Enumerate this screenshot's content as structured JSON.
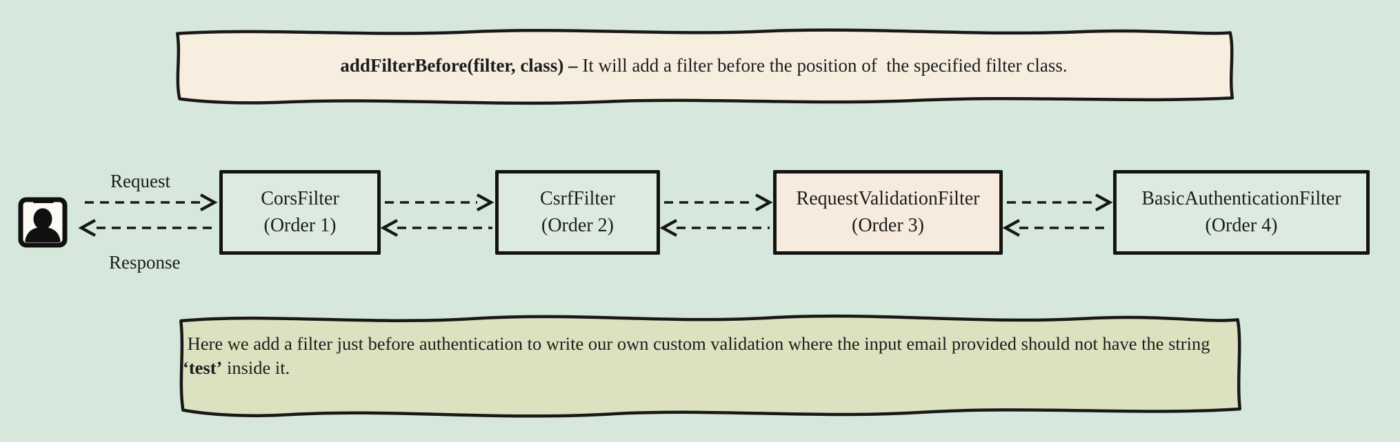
{
  "colors": {
    "page_bg": "#d6e7db",
    "ink": "#161616",
    "top_note_bg": "#f7eee0",
    "bottom_note_bg": "#dce2c0",
    "filter_box_bg": "#dceae0",
    "highlighted_filter_box_bg": "#f6ebdc"
  },
  "top_note": {
    "bold": "addFilterBefore(filter, class) –",
    "rest": " It will add a filter before the position of  the specified filter class."
  },
  "flow": {
    "user_icon": "user-portrait-icon",
    "request_label": "Request",
    "response_label": "Response",
    "filters": [
      {
        "name": "CorsFilter",
        "order": "(Order 1)",
        "highlighted": false
      },
      {
        "name": "CsrfFilter",
        "order": "(Order 2)",
        "highlighted": false
      },
      {
        "name": "RequestValidationFilter",
        "order": "(Order 3)",
        "highlighted": true
      },
      {
        "name": "BasicAuthenticationFilter",
        "order": "(Order 4)",
        "highlighted": false
      }
    ]
  },
  "bottom_note": {
    "pre": " Here we add a filter just before authentication to write our own custom validation where the input email provided should not have the string ",
    "bold": "‘test’",
    "post": " inside it."
  }
}
